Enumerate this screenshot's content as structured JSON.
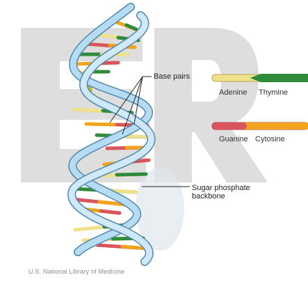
{
  "diagram": {
    "labels": {
      "base_pairs": "Base pairs",
      "backbone_line1": "Sugar phosphate",
      "backbone_line2": "backbone"
    },
    "legend": [
      {
        "name": "Adenine",
        "partner": "Thymine",
        "name_color": "#efe08a",
        "partner_color": "#2e8b3a"
      },
      {
        "name": "Guanine",
        "partner": "Cytosine",
        "name_color": "#d9545c",
        "partner_color": "#f2a51c"
      }
    ],
    "credit": "U.S. National Library of Medicine",
    "colors": {
      "backbone": "#a9d3ec",
      "backbone_edge": "#4f87ad",
      "watermark": "#dcdcdc"
    }
  }
}
